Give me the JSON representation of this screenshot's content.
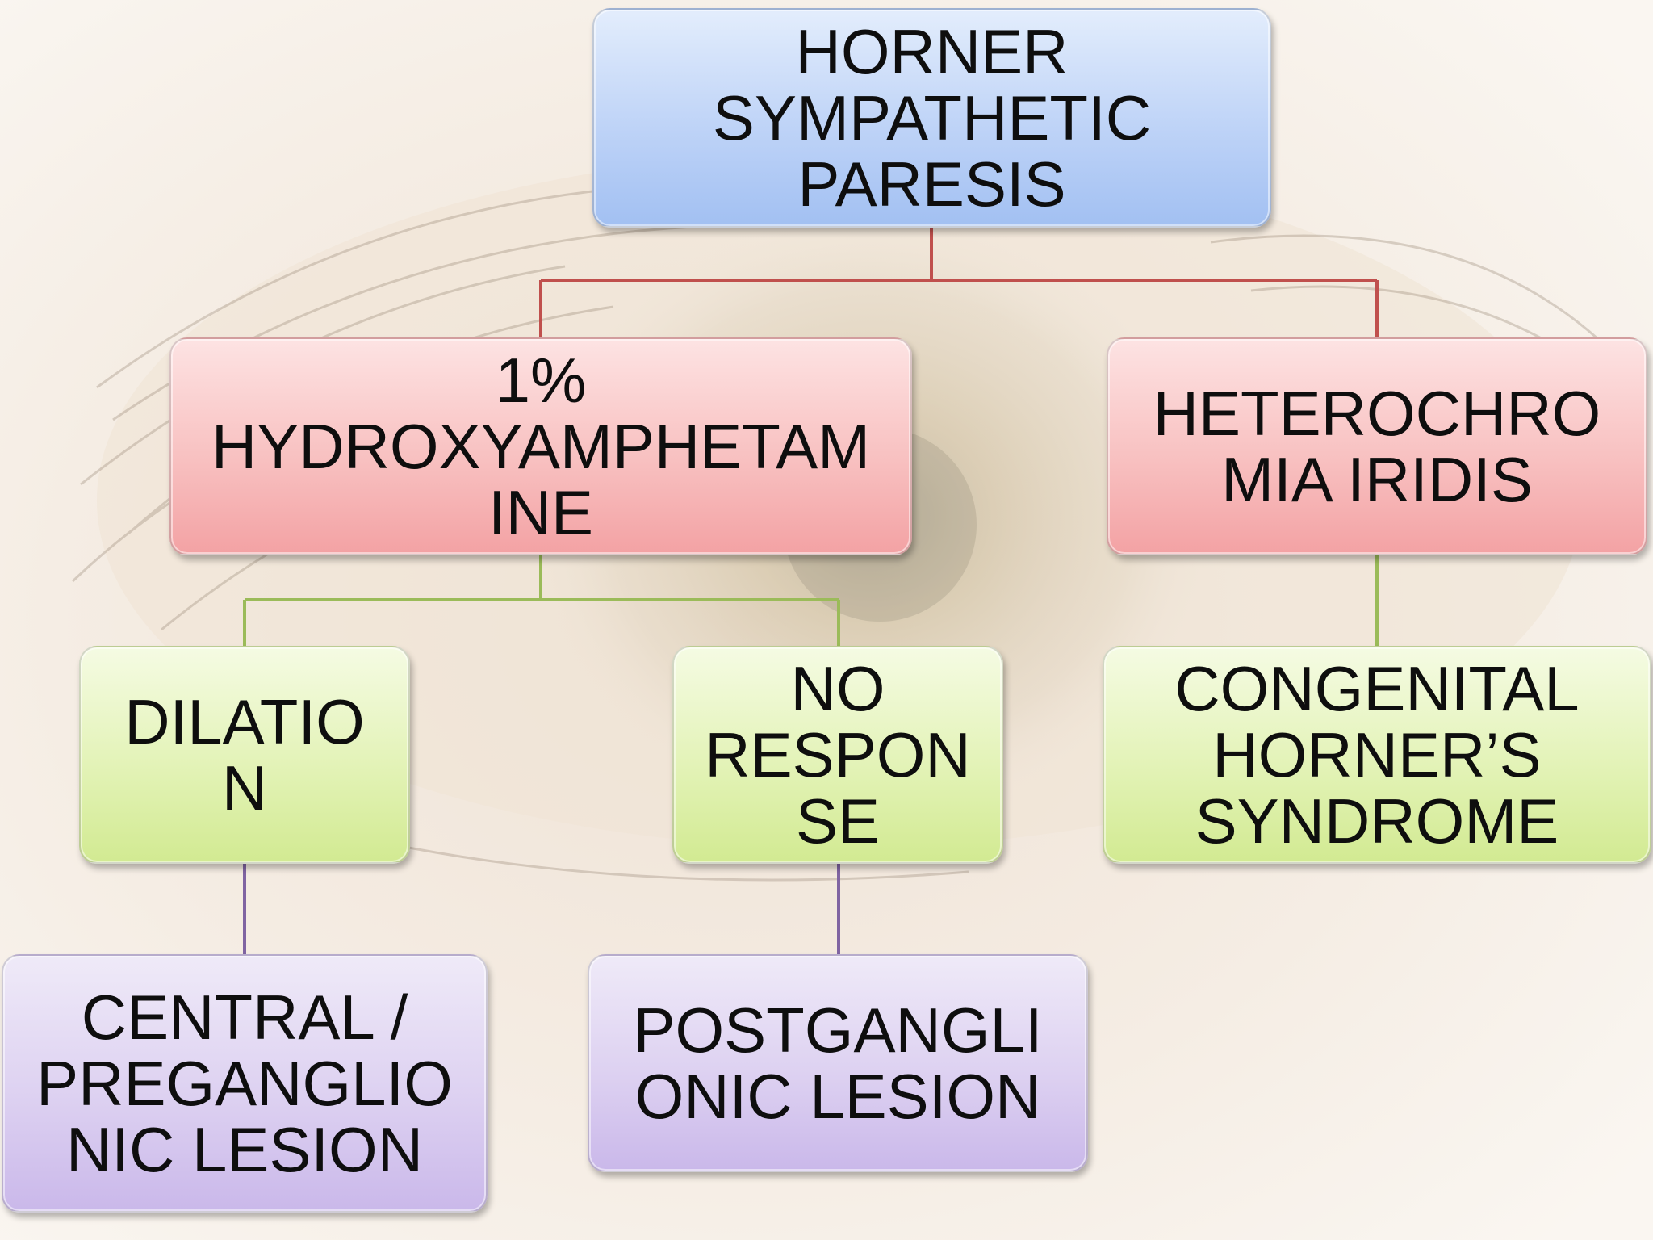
{
  "colors": {
    "level1_box": "#bed3f7",
    "level2_box": "#f8c1c1",
    "level3_box": "#e3f3b7",
    "level4_box": "#ddd1f1",
    "connector_red": "#c0504d",
    "connector_green": "#9bbb59",
    "connector_purple": "#8064a2"
  },
  "nodes": {
    "root": "HORNER\nSYMPATHETIC\nPARESIS",
    "hydroxyamphetamine": "1%\nHYDROXYAMPHETAM\nINE",
    "heterochromia": "HETEROCHRO\nMIA IRIDIS",
    "dilation": "DILATIO\nN",
    "no_response": "NO\nRESPON\nSE",
    "congenital": "CONGENITAL\nHORNER’S\nSYNDROME",
    "central": "CENTRAL /\nPREGANGLIO\nNIC LESION",
    "postganglionic": "POSTGANGLI\nONIC LESION"
  }
}
